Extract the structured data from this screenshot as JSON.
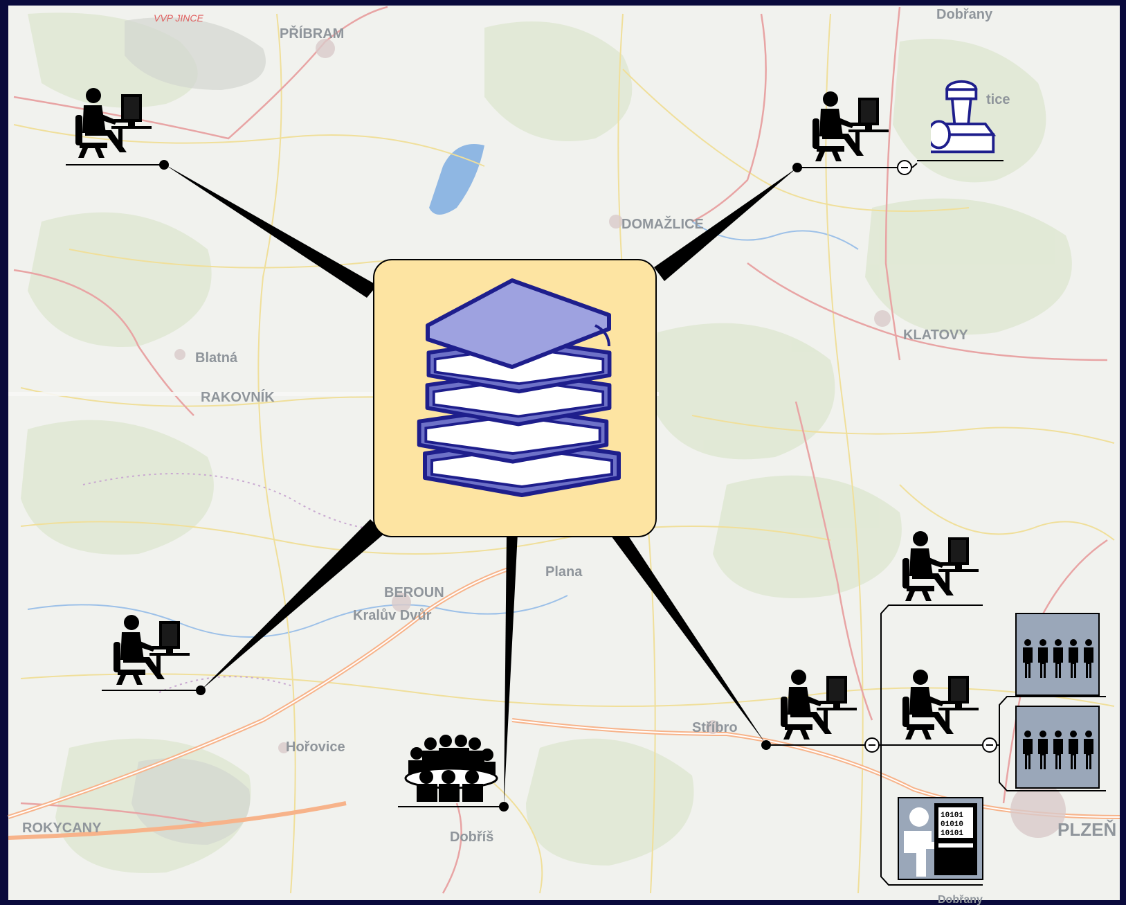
{
  "map_labels": [
    "VVP JINCE",
    "PŘÍBRAM",
    "Dobřany",
    "DOMAŽLICE",
    "KLATOVY",
    "Blatná",
    "RAKOVNÍK",
    "Plana",
    "BEROUN",
    "Kralův Dvůr",
    "Stříbro",
    "Hořovice",
    "ROKYCANY",
    "Dobříš",
    "PLZEŇ",
    "tice",
    "Dobřany"
  ],
  "icons": {
    "center": "book-stack-icon",
    "workstation": "person-at-computer-icon",
    "stamp": "rubber-stamp-icon",
    "meeting": "meeting-group-icon",
    "group": "people-group-icon",
    "operator": "binary-terminal-operator-icon",
    "collapse": "collapse-minus-icon"
  },
  "colors": {
    "frame": "#0a0a3c",
    "map_bg": "#f1f2ee",
    "center_box": "#fde4a2",
    "book_blue": "#6e72c8",
    "book_dark": "#1e1e8c",
    "group_box": "#9aa7b9"
  },
  "binary_text": [
    "10101",
    "01010",
    "10101"
  ]
}
